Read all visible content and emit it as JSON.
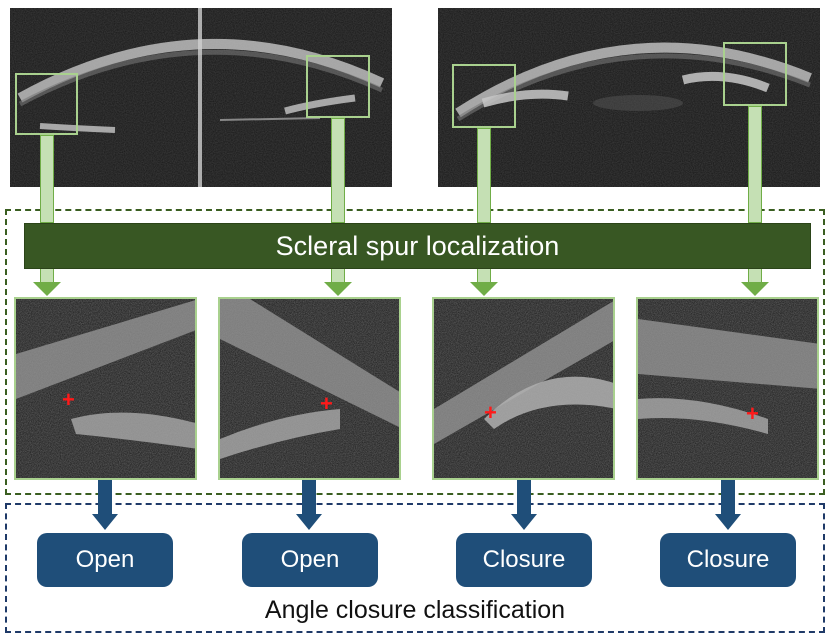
{
  "stages": {
    "localization_label": "Scleral spur localization",
    "classification_label": "Angle closure classification"
  },
  "panels": [
    {
      "id": "p1",
      "label": "Open"
    },
    {
      "id": "p2",
      "label": "Open"
    },
    {
      "id": "p3",
      "label": "Closure"
    },
    {
      "id": "p4",
      "label": "Closure"
    }
  ],
  "marker_symbol": "+",
  "colors": {
    "roi_green": "#a9d18e",
    "bar_green": "#385723",
    "label_blue": "#1f4e79",
    "marker_red": "#ff1a1a"
  }
}
